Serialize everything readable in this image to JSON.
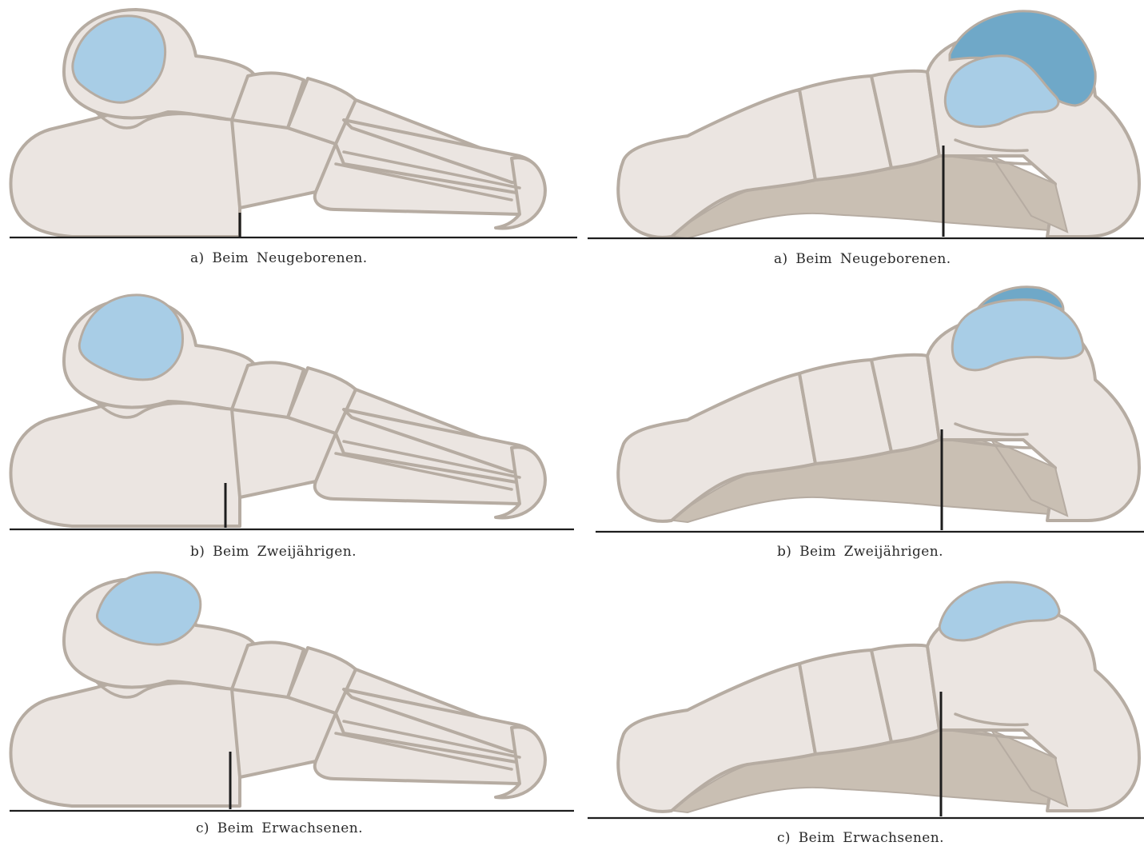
{
  "captions": {
    "left": {
      "a": "a) Beim Neugeborenen.",
      "b": "b) Beim Zweijährigen.",
      "c": "c) Beim Erwachsenen."
    },
    "right": {
      "a": "a) Beim Neugeborenen.",
      "b": "b) Beim Zweijährigen.",
      "c": "c) Beim Erwachsenen."
    }
  },
  "colors": {
    "bone_fill": "#ebe5e1",
    "bone_outline": "#b6aca2",
    "cartilage_light": "#a8cde6",
    "cartilage_dark": "#6fa8c8",
    "shadow": "#c9bfb3",
    "line": "#1d1d1d"
  }
}
